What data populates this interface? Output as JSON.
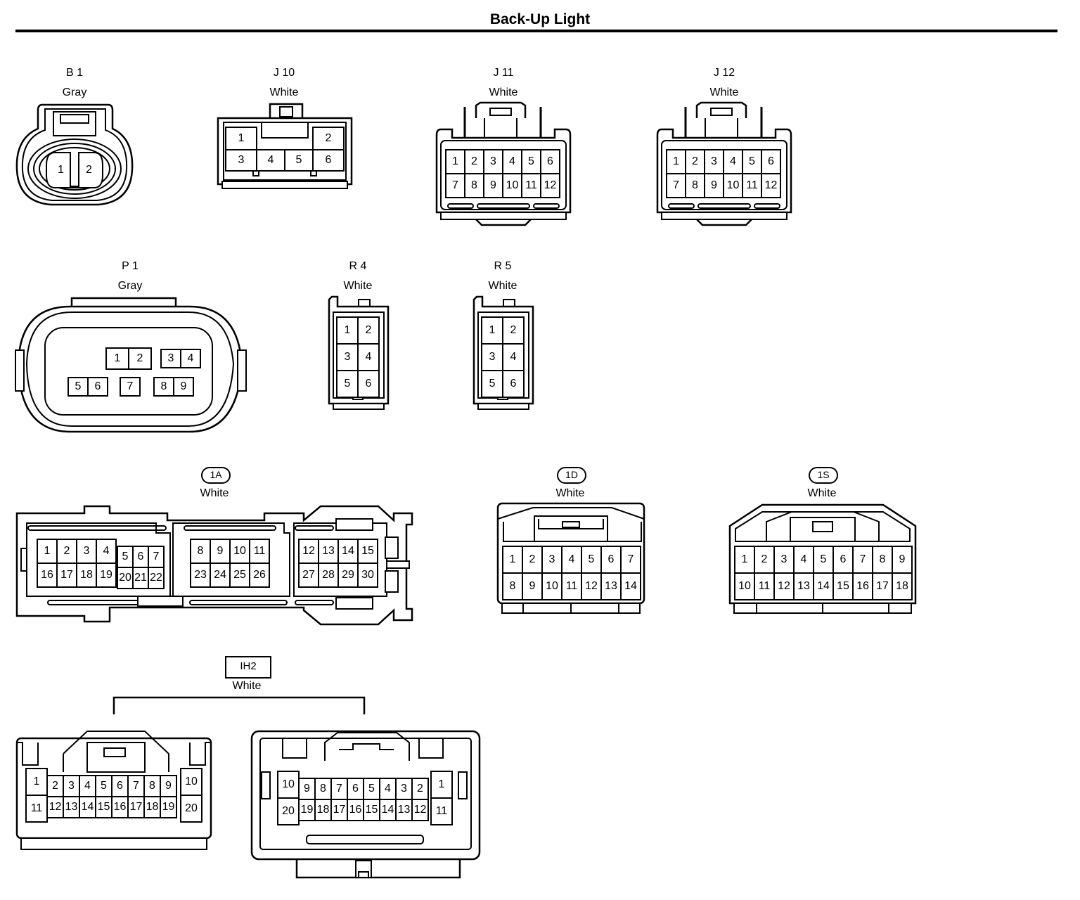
{
  "title": "Back-Up Light",
  "connectors": {
    "b1": {
      "id": "B 1",
      "color": "Gray",
      "pins": [
        "1",
        "2"
      ]
    },
    "j10": {
      "id": "J 10",
      "color": "White",
      "pins": [
        "1",
        "2",
        "3",
        "4",
        "5",
        "6"
      ]
    },
    "j11": {
      "id": "J 11",
      "color": "White",
      "pins": [
        "1",
        "2",
        "3",
        "4",
        "5",
        "6",
        "7",
        "8",
        "9",
        "10",
        "11",
        "12"
      ]
    },
    "j12": {
      "id": "J 12",
      "color": "White",
      "pins": [
        "1",
        "2",
        "3",
        "4",
        "5",
        "6",
        "7",
        "8",
        "9",
        "10",
        "11",
        "12"
      ]
    },
    "p1": {
      "id": "P 1",
      "color": "Gray",
      "pins": [
        "1",
        "2",
        "3",
        "4",
        "5",
        "6",
        "7",
        "8",
        "9"
      ]
    },
    "r4": {
      "id": "R 4",
      "color": "White",
      "pins": [
        "1",
        "2",
        "3",
        "4",
        "5",
        "6"
      ]
    },
    "r5": {
      "id": "R 5",
      "color": "White",
      "pins": [
        "1",
        "2",
        "3",
        "4",
        "5",
        "6"
      ]
    },
    "c1a": {
      "id": "1A",
      "color": "White",
      "pins": [
        "1",
        "2",
        "3",
        "4",
        "5",
        "6",
        "7",
        "8",
        "9",
        "10",
        "11",
        "12",
        "13",
        "14",
        "15",
        "16",
        "17",
        "18",
        "19",
        "20",
        "21",
        "22",
        "23",
        "24",
        "25",
        "26",
        "27",
        "28",
        "29",
        "30"
      ]
    },
    "c1d": {
      "id": "1D",
      "color": "White",
      "pins": [
        "1",
        "2",
        "3",
        "4",
        "5",
        "6",
        "7",
        "8",
        "9",
        "10",
        "11",
        "12",
        "13",
        "14"
      ]
    },
    "c1s": {
      "id": "1S",
      "color": "White",
      "pins": [
        "1",
        "2",
        "3",
        "4",
        "5",
        "6",
        "7",
        "8",
        "9",
        "10",
        "11",
        "12",
        "13",
        "14",
        "15",
        "16",
        "17",
        "18"
      ]
    },
    "ih2": {
      "id": "IH2",
      "color": "White",
      "left_pins": [
        "1",
        "2",
        "3",
        "4",
        "5",
        "6",
        "7",
        "8",
        "9",
        "10",
        "11",
        "12",
        "13",
        "14",
        "15",
        "16",
        "17",
        "18",
        "19",
        "20"
      ],
      "right_pins": [
        "10",
        "9",
        "8",
        "7",
        "6",
        "5",
        "4",
        "3",
        "2",
        "1",
        "20",
        "19",
        "18",
        "17",
        "16",
        "15",
        "14",
        "13",
        "12",
        "11"
      ]
    }
  }
}
